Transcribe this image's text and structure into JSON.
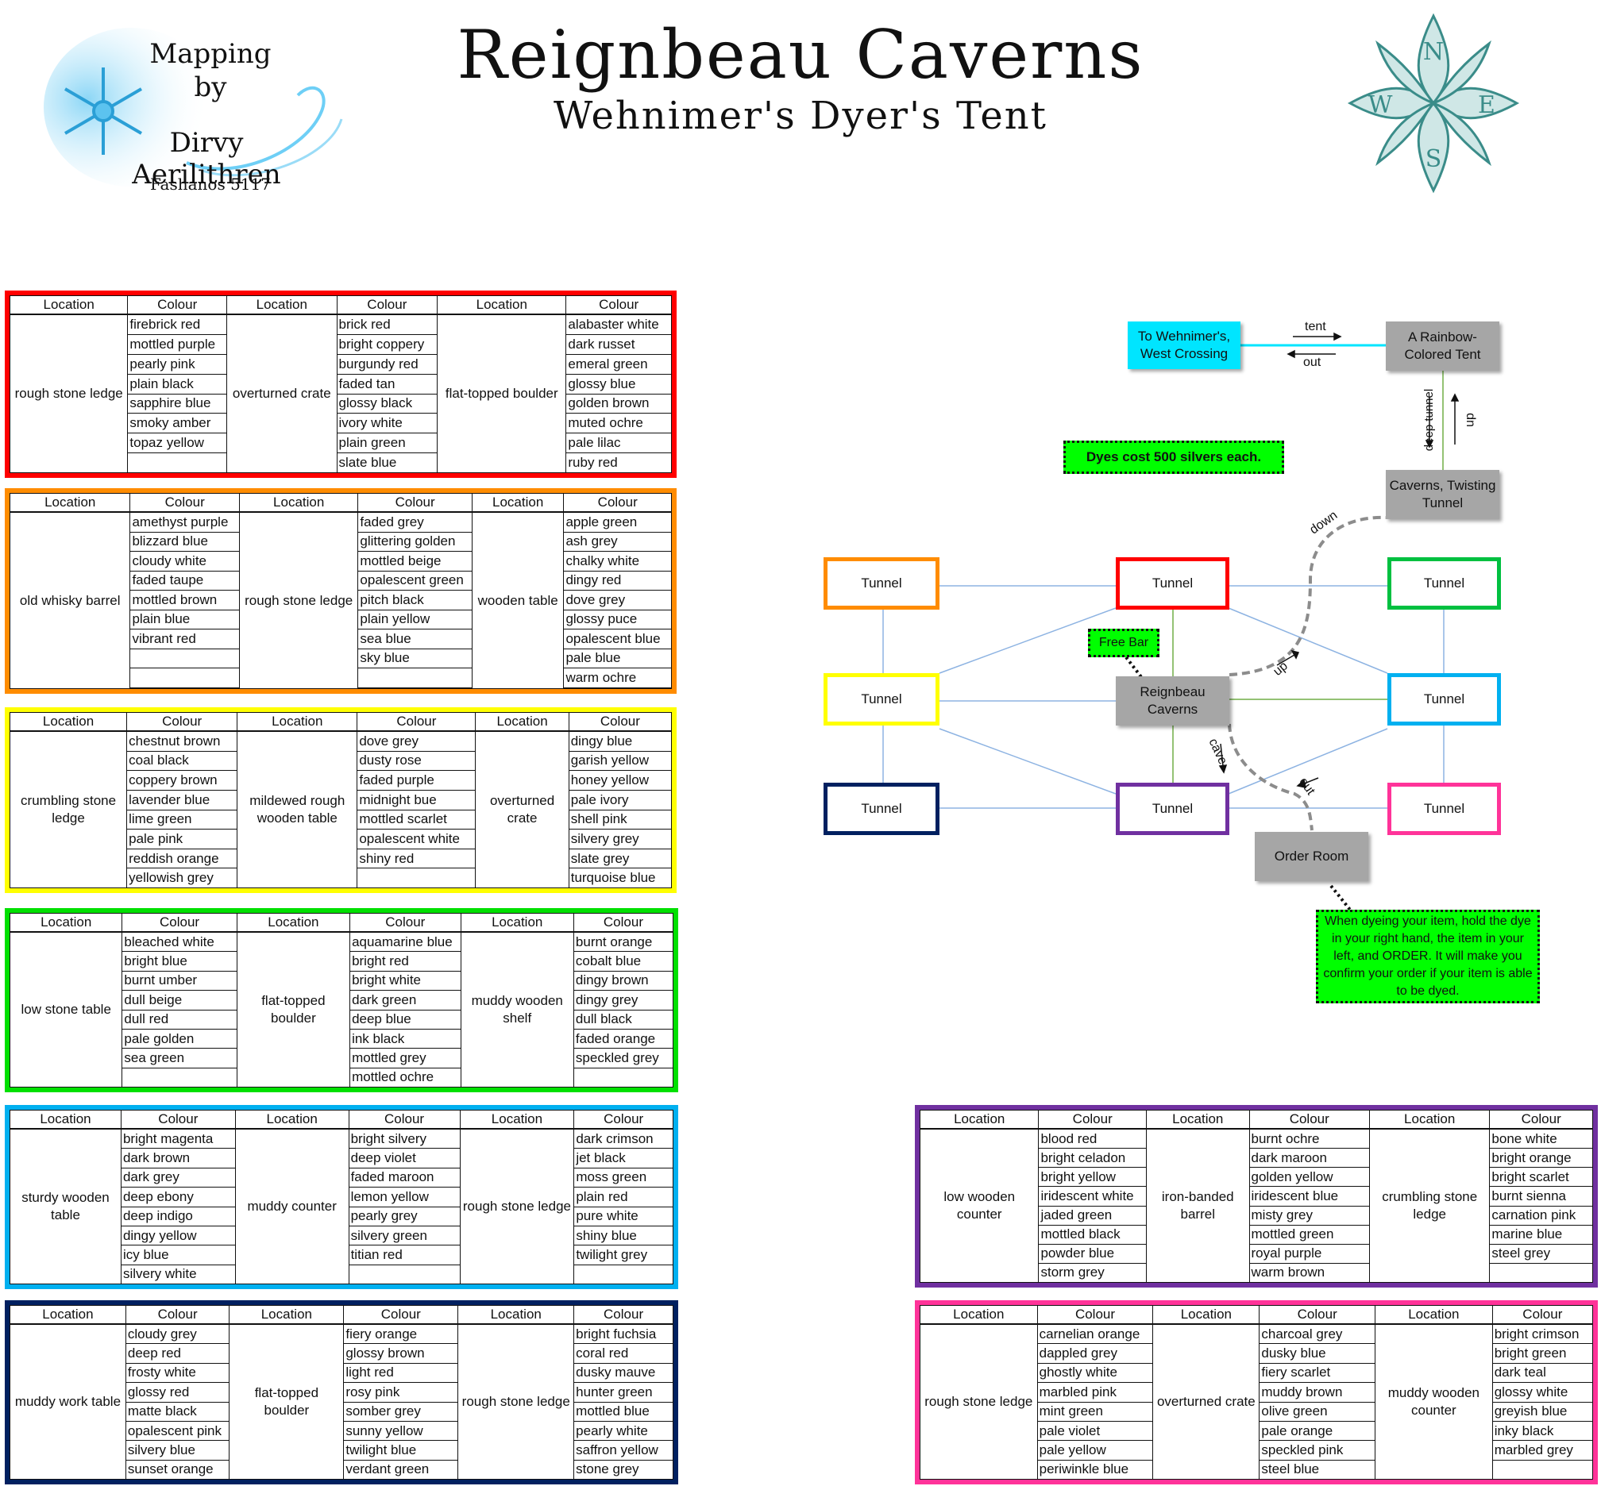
{
  "header": {
    "title": "Reignbeau Caverns",
    "subtitle": "Wehnimer's Dyer's Tent",
    "logo_line1": "Mapping",
    "logo_line2": "by",
    "logo_line3": "Dirvy Aerilithren",
    "logo_date": "Fashanos 5117",
    "compass_letters": [
      "N",
      "E",
      "S",
      "W"
    ]
  },
  "colors": {
    "red": "#ff0000",
    "orange": "#ff8c00",
    "yellow": "#ffff00",
    "green": "#00e000",
    "cyan": "#00b0f0",
    "navy": "#002060",
    "purple": "#7030a0",
    "pink": "#ff3399",
    "grey_node": "#a6a6a6",
    "cyan_node": "#00e5ff",
    "note_green": "#00ff00"
  },
  "col_headers": {
    "location": "Location",
    "colour": "Colour"
  },
  "tables": [
    {
      "id": "red",
      "groups": [
        {
          "location": "rough stone ledge",
          "colours": [
            "firebrick red",
            "mottled purple",
            "pearly pink",
            "plain black",
            "sapphire blue",
            "smoky amber",
            "topaz yellow",
            ""
          ]
        },
        {
          "location": "overturned crate",
          "colours": [
            "brick red",
            "bright coppery",
            "burgundy red",
            "faded tan",
            "glossy black",
            "ivory white",
            "plain green",
            "slate blue"
          ]
        },
        {
          "location": "flat-topped boulder",
          "colours": [
            "alabaster white",
            "dark russet",
            "emeral green",
            "glossy blue",
            "golden brown",
            "muted ochre",
            "pale lilac",
            "ruby red"
          ]
        }
      ]
    },
    {
      "id": "orange",
      "groups": [
        {
          "location": "old whisky barrel",
          "colours": [
            "amethyst purple",
            "blizzard blue",
            "cloudy white",
            "faded taupe",
            "mottled brown",
            "plain blue",
            "vibrant red",
            "",
            "",
            ""
          ]
        },
        {
          "location": "rough stone ledge",
          "colours": [
            "faded grey",
            "glittering golden",
            "mottled beige",
            "opalescent green",
            "pitch black",
            "plain yellow",
            "sea blue",
            "sky blue",
            "",
            ""
          ]
        },
        {
          "location": "wooden table",
          "colours": [
            "apple green",
            "ash grey",
            "chalky white",
            "dingy red",
            "dove grey",
            "glossy puce",
            "opalescent blue",
            "pale blue",
            "warm ochre",
            ""
          ]
        }
      ]
    },
    {
      "id": "yellow",
      "groups": [
        {
          "location": "crumbling stone ledge",
          "colours": [
            "chestnut brown",
            "coal black",
            "coppery brown",
            "lavender blue",
            "lime green",
            "pale pink",
            "reddish orange",
            "yellowish grey"
          ]
        },
        {
          "location": "mildewed rough wooden table",
          "colours": [
            "dove grey",
            "dusty rose",
            "faded purple",
            "midnight bue",
            "mottled scarlet",
            "opalescent white",
            "shiny red",
            ""
          ]
        },
        {
          "location": "overturned crate",
          "colours": [
            "dingy blue",
            "garish yellow",
            "honey yellow",
            "pale ivory",
            "shell pink",
            "silvery grey",
            "slate grey",
            "turquoise blue"
          ]
        }
      ]
    },
    {
      "id": "green",
      "groups": [
        {
          "location": "low stone table",
          "colours": [
            "bleached white",
            "bright blue",
            "burnt umber",
            "dull beige",
            "dull red",
            "pale golden",
            "sea green",
            ""
          ]
        },
        {
          "location": "flat-topped boulder",
          "colours": [
            "aquamarine blue",
            "bright red",
            "bright white",
            "dark green",
            "deep blue",
            "ink black",
            "mottled grey",
            "mottled ochre"
          ]
        },
        {
          "location": "muddy wooden shelf",
          "colours": [
            "burnt orange",
            "cobalt blue",
            "dingy brown",
            "dingy grey",
            "dull black",
            "faded orange",
            "speckled grey",
            ""
          ]
        }
      ]
    },
    {
      "id": "cyan",
      "groups": [
        {
          "location": "sturdy wooden table",
          "colours": [
            "bright magenta",
            "dark brown",
            "dark grey",
            "deep ebony",
            "deep indigo",
            "dingy yellow",
            "icy blue",
            "silvery white"
          ]
        },
        {
          "location": "muddy counter",
          "colours": [
            "bright silvery",
            "deep violet",
            "faded maroon",
            "lemon yellow",
            "pearly grey",
            "silvery green",
            "titian red",
            ""
          ]
        },
        {
          "location": "rough stone ledge",
          "colours": [
            "dark crimson",
            "jet black",
            "moss green",
            "plain red",
            "pure white",
            "shiny blue",
            "twilight grey",
            ""
          ]
        }
      ]
    },
    {
      "id": "navy",
      "groups": [
        {
          "location": "muddy work table",
          "colours": [
            "cloudy grey",
            "deep red",
            "frosty white",
            "glossy red",
            "matte black",
            "opalescent pink",
            "silvery blue",
            "sunset orange"
          ]
        },
        {
          "location": "flat-topped boulder",
          "colours": [
            "fiery orange",
            "glossy brown",
            "light red",
            "rosy pink",
            "somber grey",
            "sunny yellow",
            "twilight blue",
            "verdant green"
          ]
        },
        {
          "location": "rough stone ledge",
          "colours": [
            "bright fuchsia",
            "coral red",
            "dusky mauve",
            "hunter green",
            "mottled blue",
            "pearly white",
            "saffron yellow",
            "stone grey"
          ]
        }
      ]
    },
    {
      "id": "purple",
      "groups": [
        {
          "location": "low wooden counter",
          "colours": [
            "blood red",
            "bright celadon",
            "bright yellow",
            "iridescent white",
            "jaded green",
            "mottled black",
            "powder blue",
            "storm grey"
          ]
        },
        {
          "location": "iron-banded barrel",
          "colours": [
            "burnt ochre",
            "dark maroon",
            "golden yellow",
            "iridescent blue",
            "misty grey",
            "mottled green",
            "royal purple",
            "warm brown"
          ]
        },
        {
          "location": "crumbling stone ledge",
          "colours": [
            "bone white",
            "bright orange",
            "bright scarlet",
            "burnt sienna",
            "carnation pink",
            "marine blue",
            "steel grey",
            ""
          ]
        }
      ]
    },
    {
      "id": "pink",
      "groups": [
        {
          "location": "rough stone ledge",
          "colours": [
            "carnelian orange",
            "dappled grey",
            "ghostly white",
            "marbled pink",
            "mint green",
            "pale violet",
            "pale yellow",
            "periwinkle blue"
          ]
        },
        {
          "location": "overturned crate",
          "colours": [
            "charcoal grey",
            "dusky blue",
            "fiery scarlet",
            "muddy brown",
            "olive green",
            "pale orange",
            "speckled pink",
            "steel blue"
          ]
        },
        {
          "location": "muddy wooden counter",
          "colours": [
            "bright crimson",
            "bright green",
            "dark teal",
            "glossy white",
            "greyish blue",
            "inky black",
            "marbled grey",
            ""
          ]
        }
      ]
    }
  ],
  "map": {
    "rainbow_tent": "A Rainbow-Colored Tent",
    "wehnimers": "To Wehnimer's, West Crossing",
    "twisting_tunnel": "Caverns, Twisting Tunnel",
    "reignbeau": "Reignbeau Caverns",
    "order_room": "Order Room",
    "tunnel": "Tunnel",
    "labels": {
      "tent": "tent",
      "out": "out",
      "deep_tunnel": "deep tunnel",
      "dn": "dn",
      "down": "down",
      "up": "up",
      "cave": "cave",
      "out2": "out"
    },
    "dyes_cost": "Dyes cost 500 silvers each.",
    "free_bar": "Free Bar",
    "instructions": "When dyeing your item, hold the dye in your right hand, the item in your left, and ORDER.  It will make you confirm your order if your item is able to be dyed."
  }
}
